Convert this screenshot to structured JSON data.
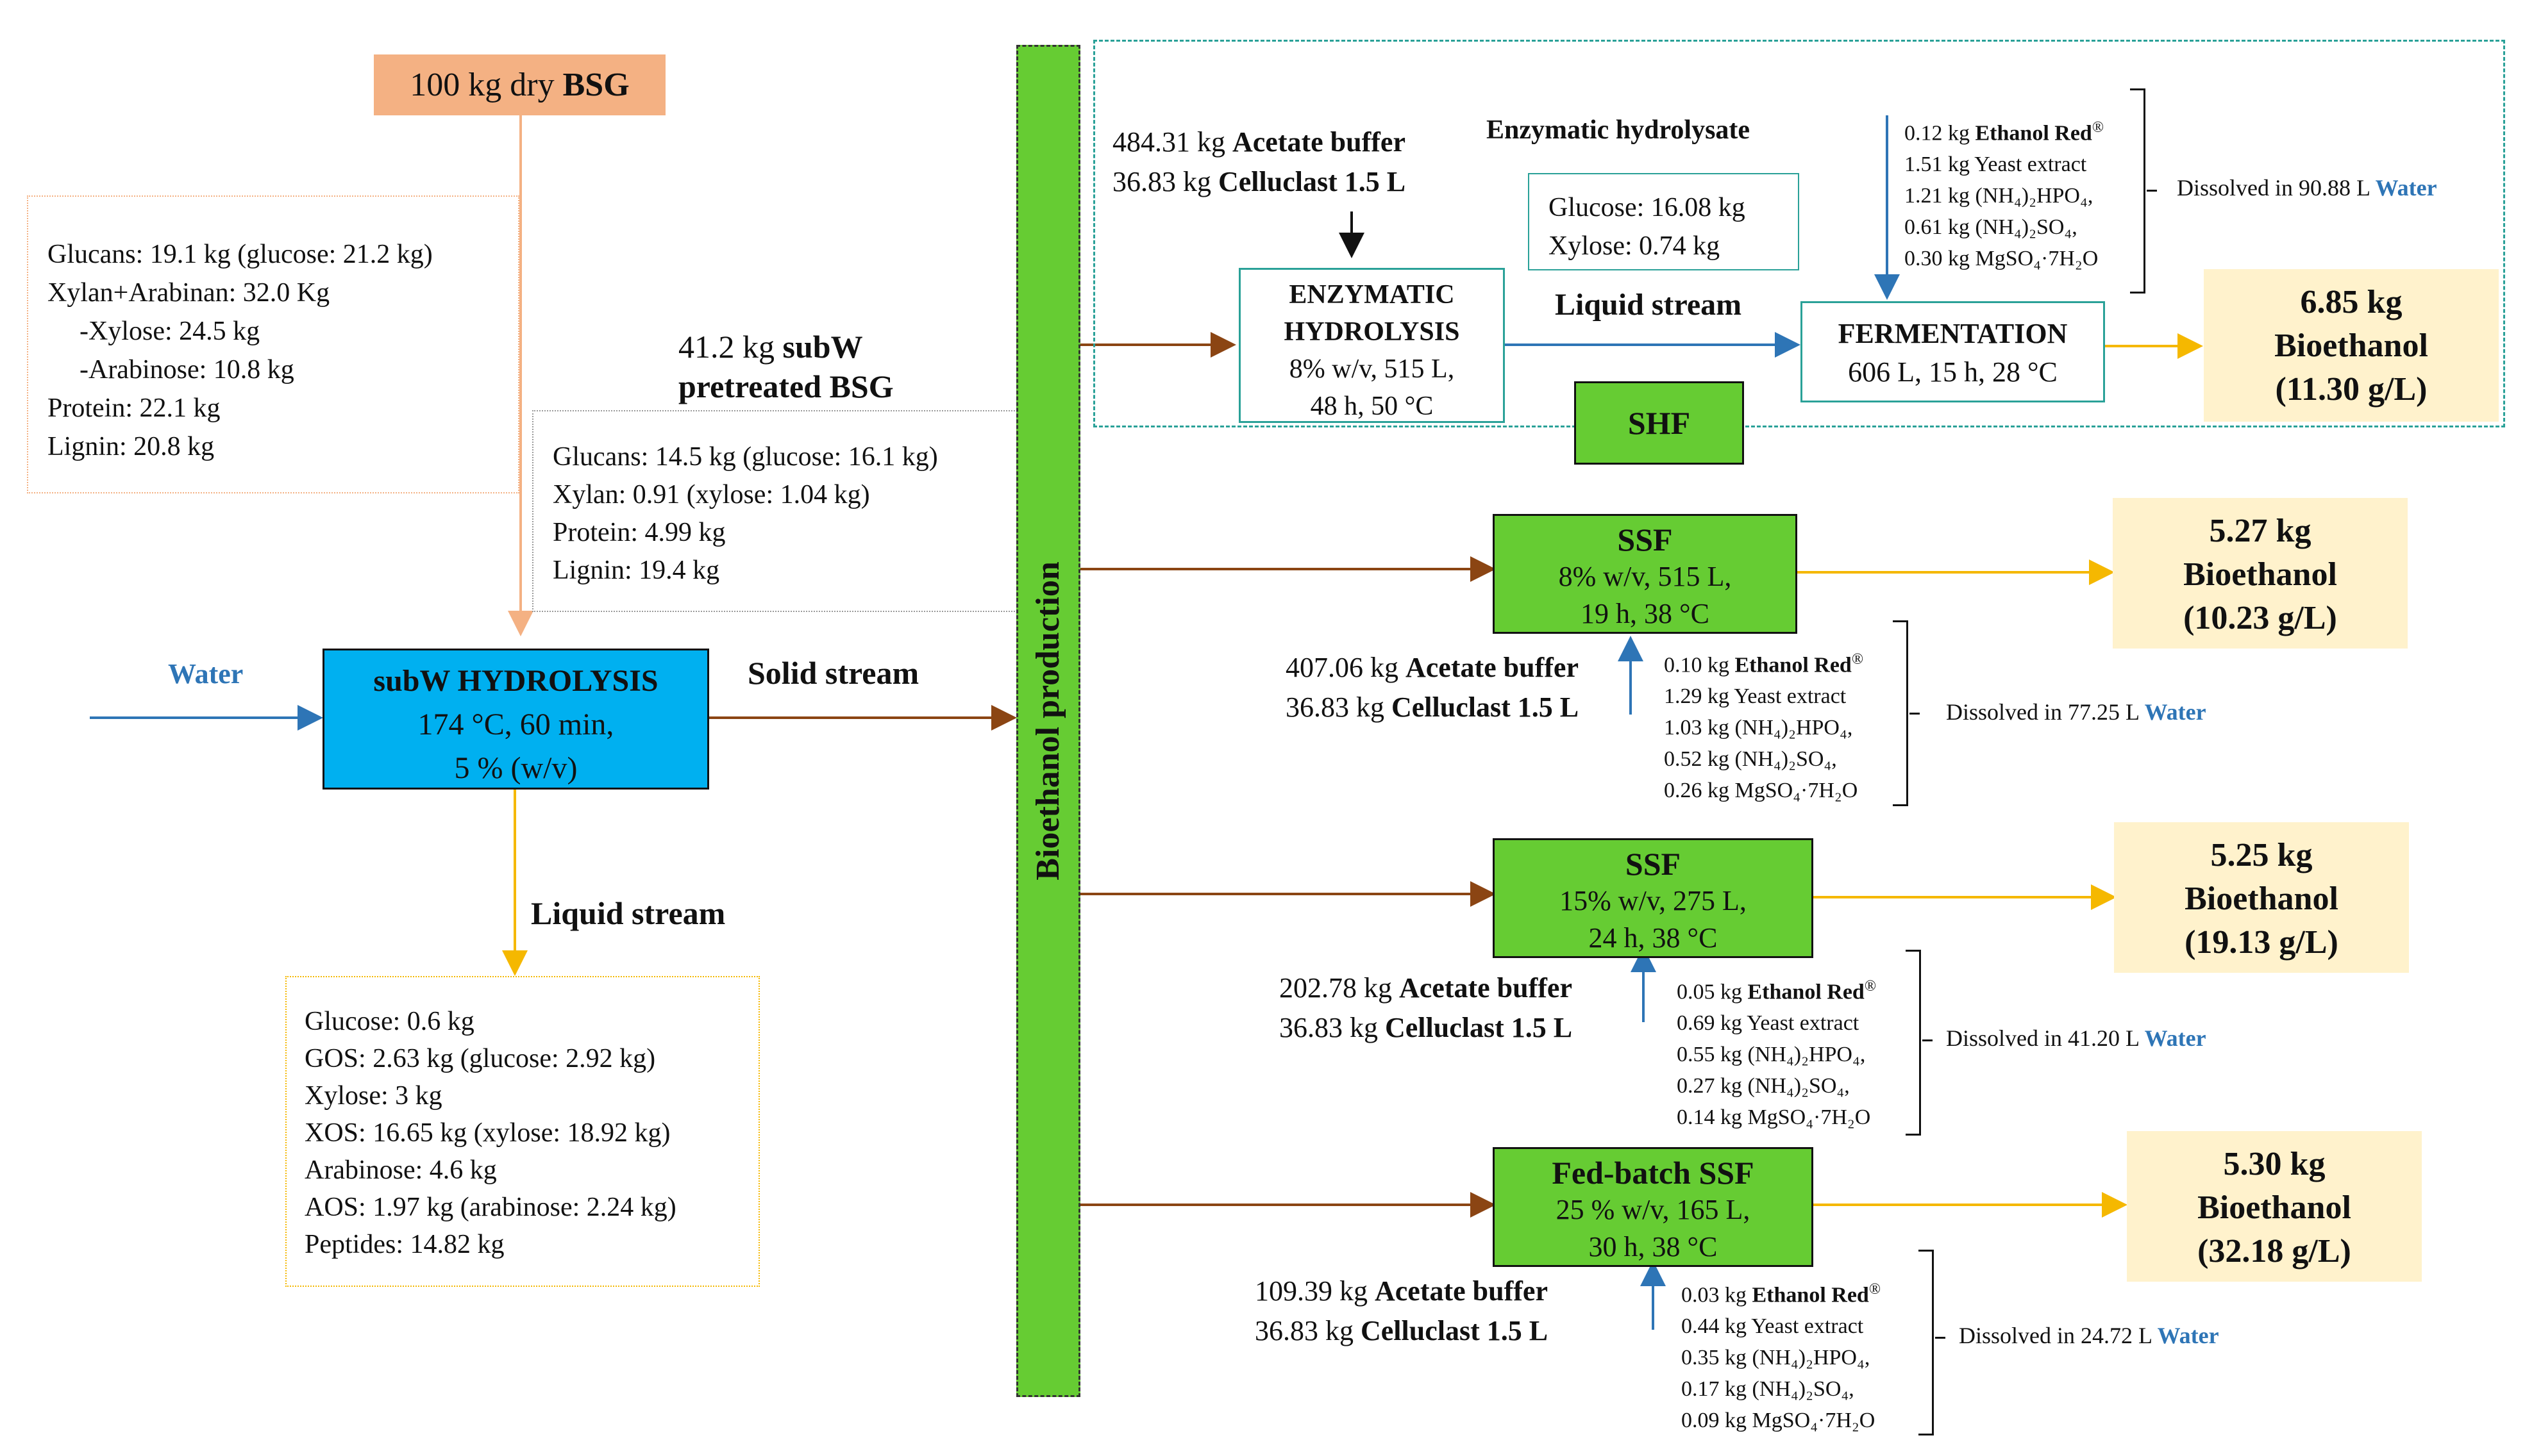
{
  "input": {
    "label_num": "100 kg dry",
    "label_bold": "BSG"
  },
  "composition": {
    "lines": [
      "Glucans:  19.1 kg (glucose:  21.2 kg)",
      "Xylan+Arabinan:  32.0 Kg",
      "-Xylose:  24.5 kg",
      "-Arabinose:  10.8 kg",
      "Protein:  22.1 kg",
      "Lignin:  20.8 kg"
    ]
  },
  "water_label": "Water",
  "subw": {
    "title": "subW HYDROLYSIS",
    "line1": "174 °C, 60 min,",
    "line2": "5 % (w/v)"
  },
  "solid_stream": "Solid stream",
  "liquid_stream": "Liquid stream",
  "pretreated": {
    "title_num": "41.2 kg",
    "title_b1": "subW",
    "title_b2": "pretreated BSG",
    "lines": [
      "Glucans:  14.5 kg (glucose:  16.1 kg)",
      "Xylan:  0.91 (xylose:  1.04 kg)",
      "Protein:  4.99 kg",
      "Lignin:  19.4 kg"
    ]
  },
  "liquid_composition": [
    "Glucose:  0.6 kg",
    "GOS: 2.63 kg (glucose:  2.92 kg)",
    "Xylose:  3 kg",
    "XOS: 16.65 kg (xylose:  18.92 kg)",
    "Arabinose:  4.6 kg",
    "AOS: 1.97 kg (arabinose:  2.24 kg)",
    "Peptides:  14.82 kg"
  ],
  "bioethanol_production": "Bioethanol production",
  "shf": {
    "label": "SHF",
    "buffer": "484.31 kg",
    "buffer_b": "Acetate buffer",
    "cellu": "36.83 kg",
    "cellu_b": "Celluclast 1.5 L",
    "hydrolysate_title": "Enzymatic  hydrolysate",
    "glucose": "Glucose:  16.08 kg",
    "xylose": "Xylose:  0.74 kg",
    "liquid_stream": "Liquid stream",
    "enz_title1": "ENZYMATIC",
    "enz_title2": "HYDROLYSIS",
    "enz_l1": "8% w/v,  515 L,",
    "enz_l2": "48 h,  50 °C",
    "ferm_title": "FERMENTATION",
    "ferm_l1": "606 L,  15 h,  28 °C",
    "nutrients": [
      {
        "v": "0.12  kg",
        "n": "Ethanol  Red",
        "sup": "®",
        "bold": true
      },
      {
        "v": "1.51  kg",
        "n": "Yeast extract"
      },
      {
        "v": "1.21  kg",
        "n": "(NH₄)₂HPO₄,"
      },
      {
        "v": "0.61  kg",
        "n": "(NH₄)₂SO₄,"
      },
      {
        "v": "0.30  kg",
        "n": "MgSO₄·7H₂O"
      }
    ],
    "dissolved": "Dissolved in 90.88  L",
    "dissolved_water": "Water",
    "result": [
      "6.85 kg",
      "Bioethanol",
      "(11.30 g/L)"
    ]
  },
  "ssf1": {
    "title": "SSF",
    "l1": "8% w/v,  515 L,",
    "l2": "19 h,  38 °C",
    "buffer": "407.06 kg",
    "buffer_b": "Acetate buffer",
    "cellu": "36.83 kg",
    "cellu_b": "Celluclast  1.5 L",
    "nutrients": [
      {
        "v": "0.10  kg",
        "n": "Ethanol  Red",
        "sup": "®",
        "bold": true
      },
      {
        "v": "1.29  kg",
        "n": "Yeast extract"
      },
      {
        "v": "1.03  kg",
        "n": "(NH₄)₂HPO₄,"
      },
      {
        "v": "0.52  kg",
        "n": "(NH₄)₂SO₄,"
      },
      {
        "v": "0.26  kg",
        "n": "MgSO₄·7H₂O"
      }
    ],
    "dissolved": "Dissolved in 77.25  L",
    "dissolved_water": "Water",
    "result": [
      "5.27 kg",
      "Bioethanol",
      "(10.23 g/L)"
    ]
  },
  "ssf2": {
    "title": "SSF",
    "l1": "15% w/v,  275 L,",
    "l2": "24 h,  38 °C",
    "buffer": "202.78 kg",
    "buffer_b": "Acetate buffer",
    "cellu": "36.83 kg",
    "cellu_b": "Celluclast  1.5 L",
    "nutrients": [
      {
        "v": "0.05  kg",
        "n": "Ethanol  Red",
        "sup": "®",
        "bold": true
      },
      {
        "v": "0.69  kg",
        "n": "Yeast extract"
      },
      {
        "v": "0.55  kg",
        "n": "(NH₄)₂HPO₄,"
      },
      {
        "v": "0.27  kg",
        "n": "(NH₄)₂SO₄,"
      },
      {
        "v": "0.14  kg",
        "n": "MgSO₄·7H₂O"
      }
    ],
    "dissolved": "Dissolved in 41.20  L",
    "dissolved_water": "Water",
    "result": [
      "5.25 kg",
      "Bioethanol",
      "(19.13 g/L)"
    ]
  },
  "fed": {
    "title": "Fed-batch SSF",
    "l1": "25 % w/v,  165 L,",
    "l2": "30 h,  38 °C",
    "buffer": "109.39 kg",
    "buffer_b": "Acetate buffer",
    "cellu": "36.83 kg",
    "cellu_b": "Celluclast  1.5 L",
    "nutrients": [
      {
        "v": "0.03  kg",
        "n": "Ethanol  Red",
        "sup": "®",
        "bold": true
      },
      {
        "v": "0.44  kg",
        "n": "Yeast extract"
      },
      {
        "v": "0.35  kg",
        "n": "(NH₄)₂HPO₄,"
      },
      {
        "v": "0.17  kg",
        "n": "(NH₄)₂SO₄,"
      },
      {
        "v": "0.09  kg",
        "n": "MgSO₄·7H₂O"
      }
    ],
    "dissolved": "Dissolved in 24.72  L",
    "dissolved_water": "Water",
    "result": [
      "5.30 kg",
      "Bioethanol",
      "(32.18 g/L)"
    ]
  },
  "colors": {
    "subw_fill": "#00b0f0",
    "green": "#66cc33",
    "input_fill": "#f4b183",
    "result_fill": "#fff2cc",
    "brown": "#8b4513",
    "yellow": "#f5b800",
    "blue": "#2e75b6",
    "teal": "#2aa198"
  }
}
